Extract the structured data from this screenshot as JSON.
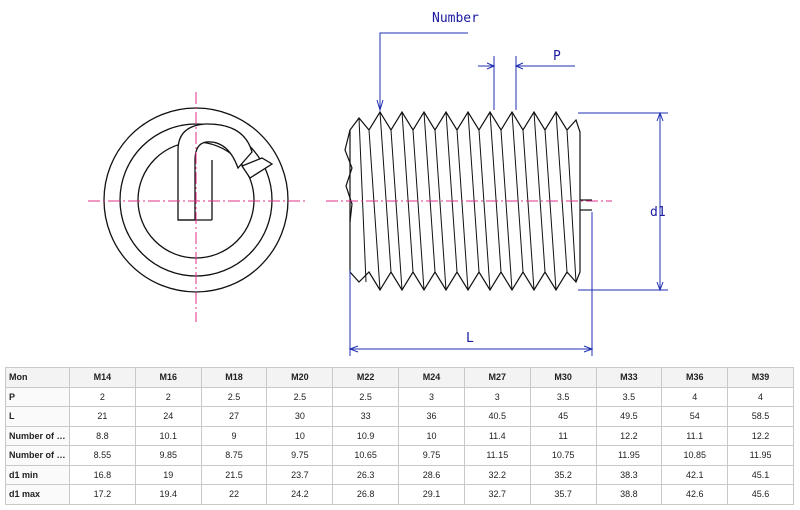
{
  "labels": {
    "number": "Number",
    "pitch": "P",
    "diameter": "d1",
    "length": "L"
  },
  "colors": {
    "dimension": "#1f2fb0",
    "centerline": "#e0308a",
    "outline": "#111111"
  },
  "table": {
    "corner": "Mon",
    "columns": [
      "M14",
      "M16",
      "M18",
      "M20",
      "M22",
      "M24",
      "M27",
      "M30",
      "M33",
      "M36",
      "M39"
    ],
    "rows": [
      {
        "label": "P",
        "values": [
          "2",
          "2",
          "2.5",
          "2.5",
          "2.5",
          "3",
          "3",
          "3.5",
          "3.5",
          "4",
          "4"
        ]
      },
      {
        "label": "L",
        "values": [
          "21",
          "24",
          "27",
          "30",
          "33",
          "36",
          "40.5",
          "45",
          "49.5",
          "54",
          "58.5"
        ]
      },
      {
        "label": "Number of t...",
        "values": [
          "8.8",
          "10.1",
          "9",
          "10",
          "10.9",
          "10",
          "11.4",
          "11",
          "12.2",
          "11.1",
          "12.2"
        ]
      },
      {
        "label": "Number of t...",
        "values": [
          "8.55",
          "9.85",
          "8.75",
          "9.75",
          "10.65",
          "9.75",
          "11.15",
          "10.75",
          "11.95",
          "10.85",
          "11.95"
        ]
      },
      {
        "label": "d1 min",
        "values": [
          "16.8",
          "19",
          "21.5",
          "23.7",
          "26.3",
          "28.6",
          "32.2",
          "35.2",
          "38.3",
          "42.1",
          "45.1"
        ]
      },
      {
        "label": "d1 max",
        "values": [
          "17.2",
          "19.4",
          "22",
          "24.2",
          "26.8",
          "29.1",
          "32.7",
          "35.7",
          "38.8",
          "42.6",
          "45.6"
        ]
      }
    ]
  }
}
